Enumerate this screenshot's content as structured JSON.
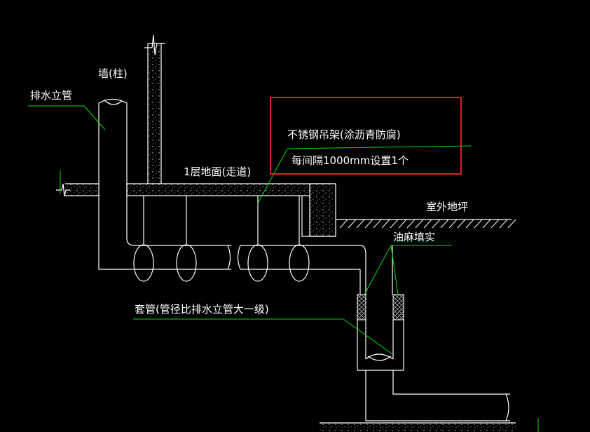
{
  "labels": {
    "wall": "墙(柱)",
    "riser": "排水立管",
    "floor": "1层地面(走道)",
    "hanger_line1": "不锈钢吊架(涂沥青防腐)",
    "hanger_line2": "每间隔1000mm设置1个",
    "outdoor": "室外地坪",
    "packing": "油麻填实",
    "sleeve": "套管(管径比排水立管大一级)"
  },
  "colors": {
    "background": "#000000",
    "line": "#ffffff",
    "leader": "#00dd00",
    "highlight": "#e02020",
    "packing_hatch": "#aaaaaa"
  }
}
